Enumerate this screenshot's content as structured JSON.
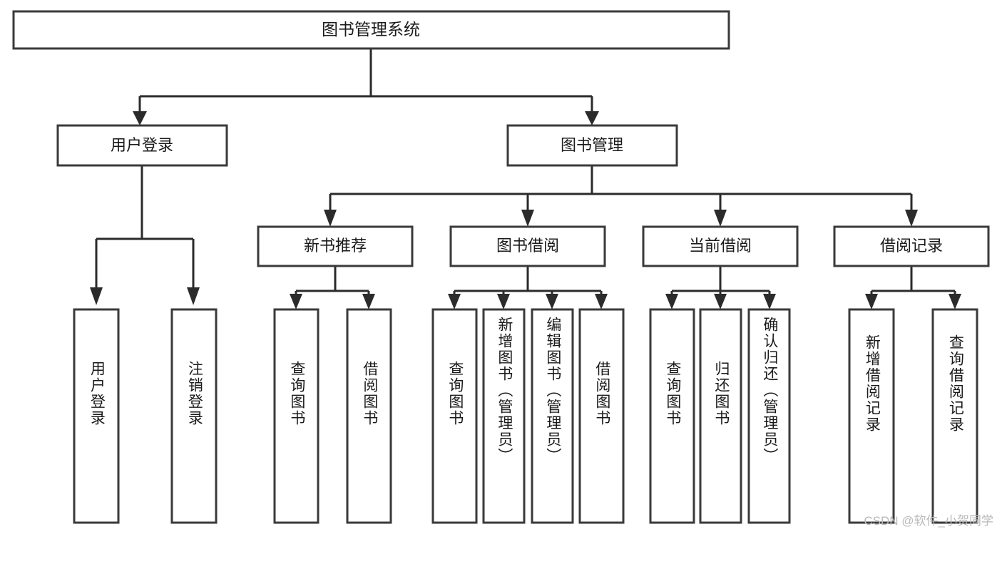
{
  "diagram": {
    "type": "tree-hierarchy",
    "title": "图书管理系统",
    "root": {
      "id": "root",
      "label": "图书管理系统"
    },
    "level1": [
      {
        "id": "user-login",
        "label": "用户登录"
      },
      {
        "id": "book-manage",
        "label": "图书管理"
      }
    ],
    "level2": [
      {
        "id": "new-book-recommend",
        "label": "新书推荐",
        "parent": "book-manage"
      },
      {
        "id": "book-borrow",
        "label": "图书借阅",
        "parent": "book-manage"
      },
      {
        "id": "current-borrow",
        "label": "当前借阅",
        "parent": "book-manage"
      },
      {
        "id": "borrow-record",
        "label": "借阅记录",
        "parent": "book-manage"
      }
    ],
    "leaves": [
      {
        "id": "leaf-user-login",
        "label": "用户登录",
        "parent": "user-login"
      },
      {
        "id": "leaf-logout",
        "label": "注销登录",
        "parent": "user-login"
      },
      {
        "id": "leaf-query-book-1",
        "label": "查询图书",
        "parent": "new-book-recommend"
      },
      {
        "id": "leaf-borrow-book-1",
        "label": "借阅图书",
        "parent": "new-book-recommend"
      },
      {
        "id": "leaf-query-book-2",
        "label": "查询图书",
        "parent": "book-borrow"
      },
      {
        "id": "leaf-add-book",
        "label": "新增图书（管理员）",
        "parent": "book-borrow"
      },
      {
        "id": "leaf-edit-book",
        "label": "编辑图书（管理员）",
        "parent": "book-borrow"
      },
      {
        "id": "leaf-borrow-book-2",
        "label": "借阅图书",
        "parent": "book-borrow"
      },
      {
        "id": "leaf-query-book-3",
        "label": "查询图书",
        "parent": "current-borrow"
      },
      {
        "id": "leaf-return-book",
        "label": "归还图书",
        "parent": "current-borrow"
      },
      {
        "id": "leaf-confirm-return",
        "label": "确认归还（管理员）",
        "parent": "current-borrow"
      },
      {
        "id": "leaf-add-record",
        "label": "新增借阅记录",
        "parent": "borrow-record"
      },
      {
        "id": "leaf-query-record",
        "label": "查询借阅记录",
        "parent": "borrow-record"
      }
    ],
    "colors": {
      "background": "#ffffff",
      "box_fill": "#ffffff",
      "box_stroke": "#3a3a3a",
      "connector": "#2b2b2b",
      "text": "#1a1a1a",
      "watermark": "#b9b9b9"
    }
  },
  "watermark": {
    "text": "CSDN @软件_小贺同学"
  }
}
